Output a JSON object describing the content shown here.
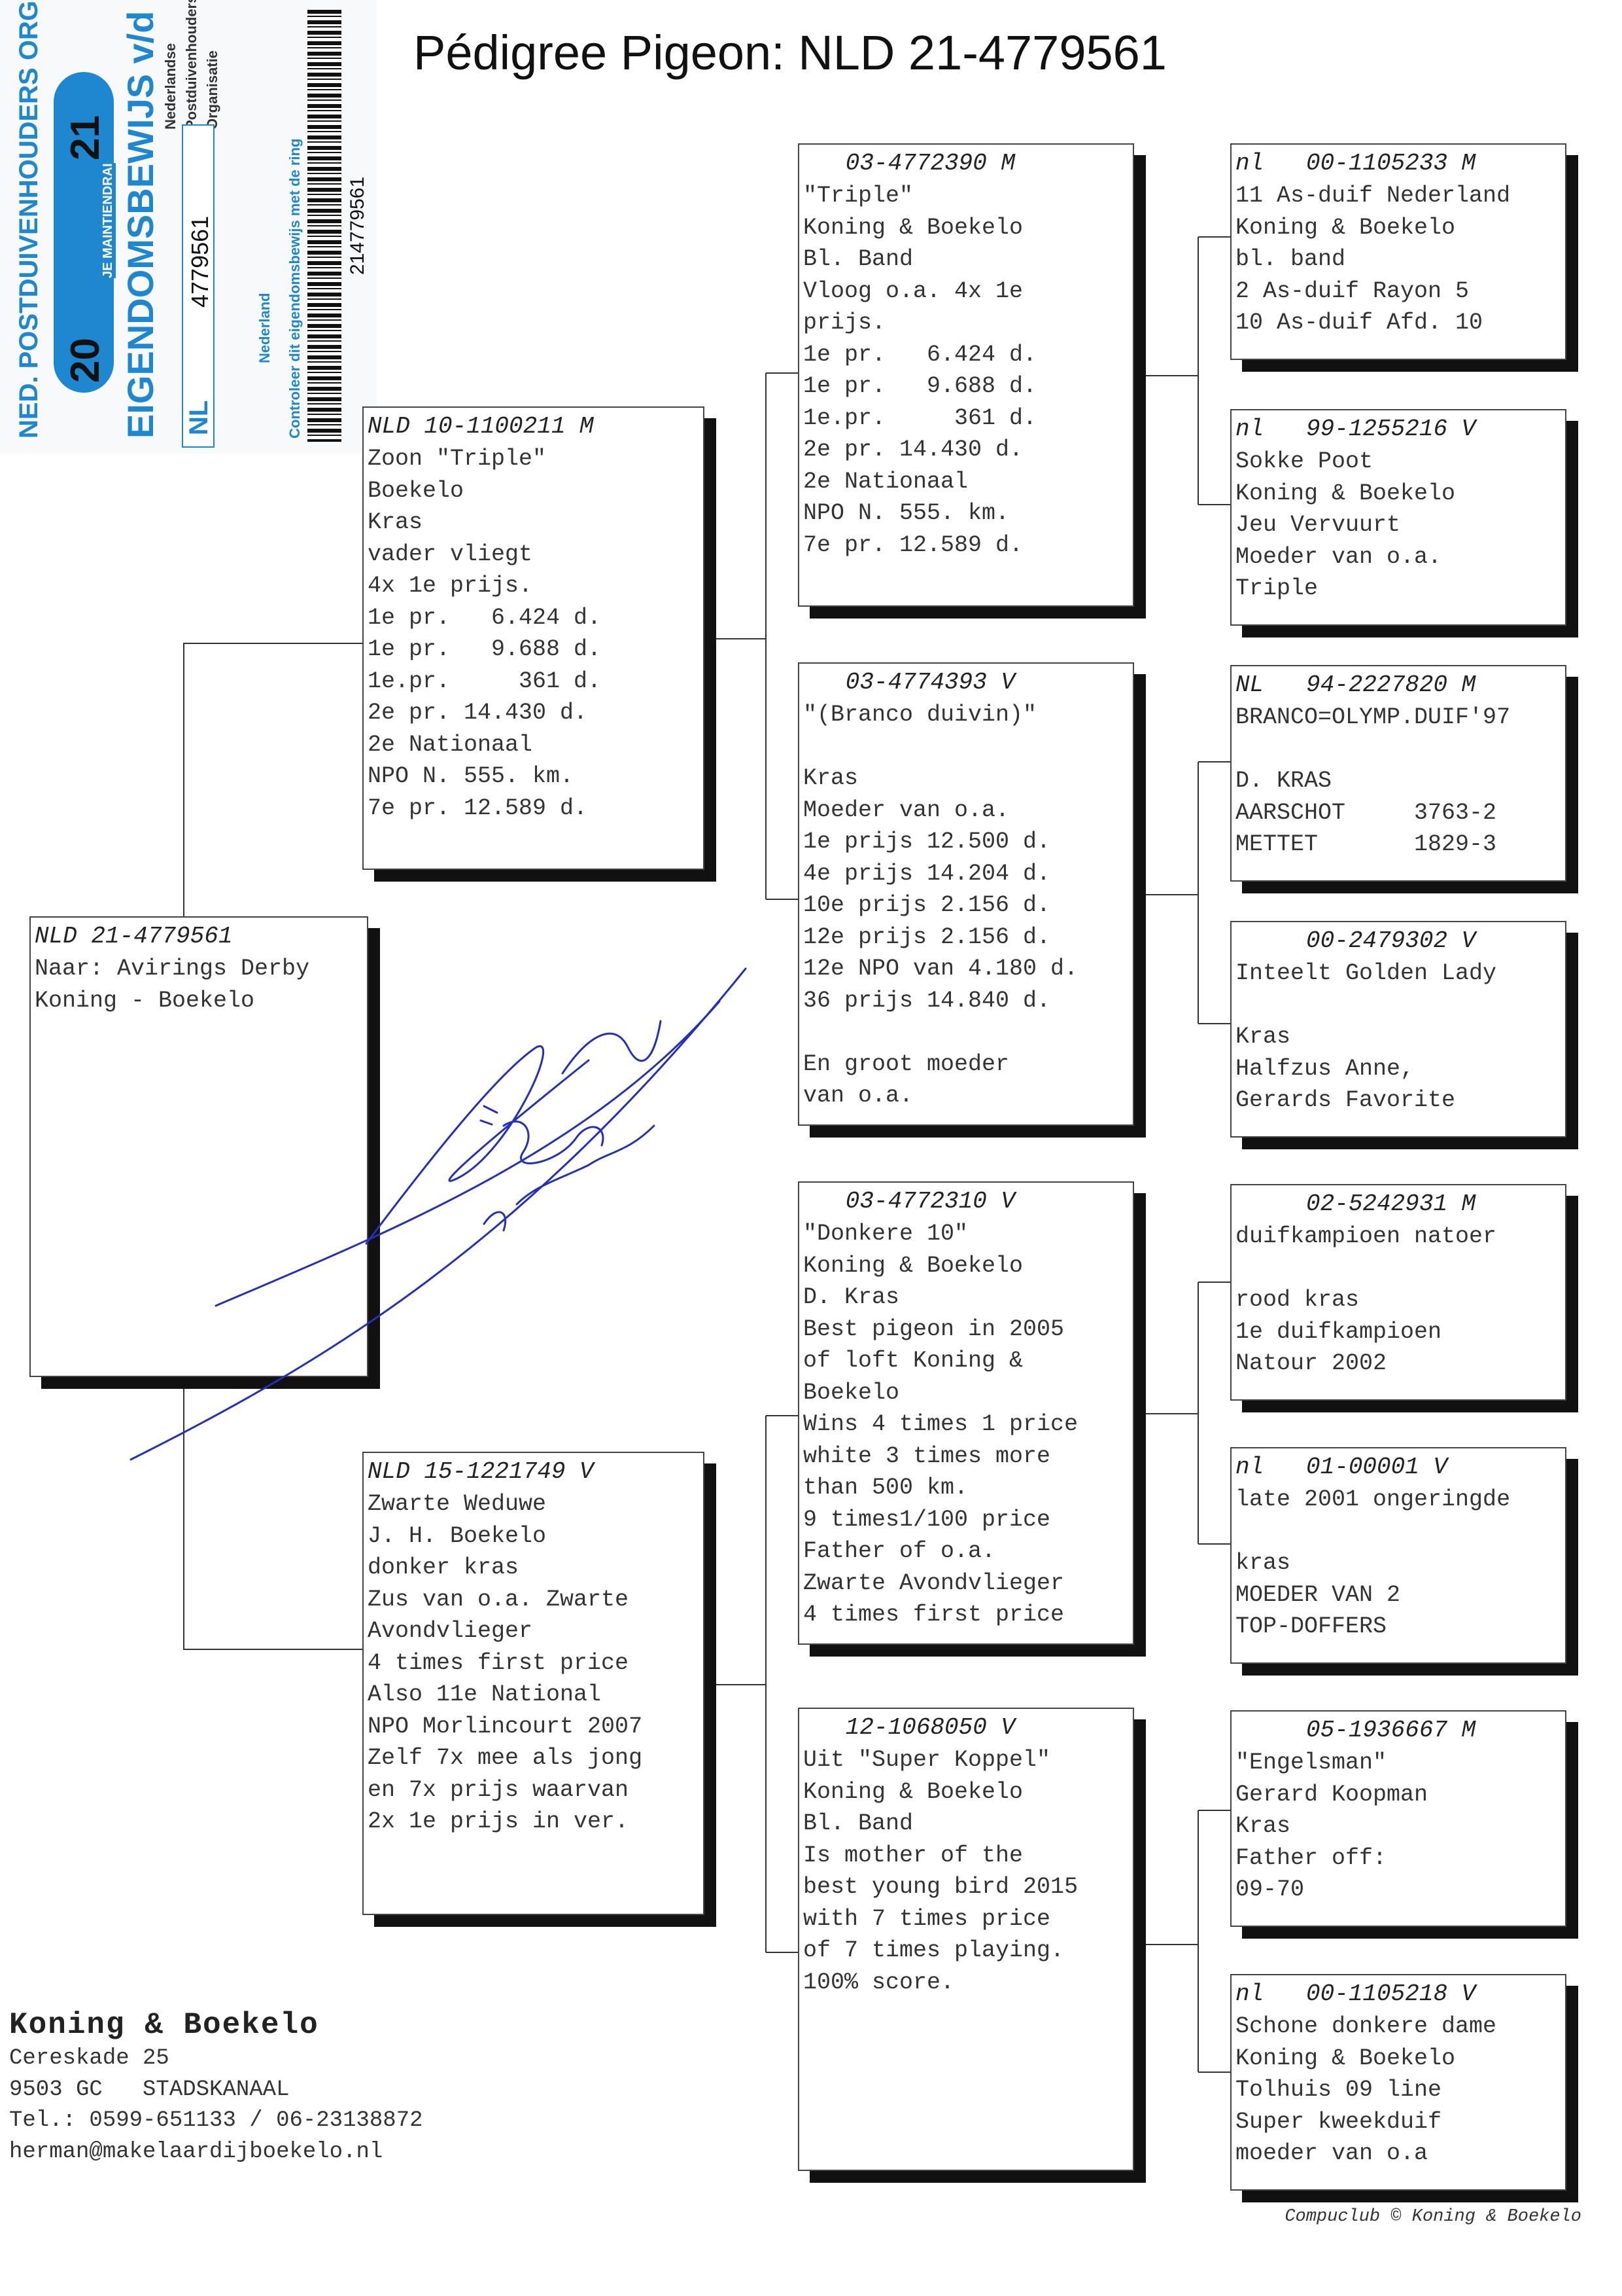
{
  "title": "Pédigree Pigeon: NLD 21-4779561",
  "ring_card": {
    "org": "NED. POSTDUIVENHOUDERS ORGANISATIE",
    "year_left": "20",
    "year_right": "21",
    "motto": "JE MAINTIENDRAI",
    "heading": "EIGENDOMSBEWIJS v/d RING",
    "npo_lines": [
      "Nederlandse",
      "Postduivenhouders",
      "Organisatie"
    ],
    "country": "NL",
    "ring_number": "4779561",
    "country_name": "Nederland",
    "check_text": "Controleer dit eigendomsbewijs met de ring",
    "barcode_number": "214779561",
    "brand_color": "#1f86d0"
  },
  "subject": {
    "header": "NLD 21-4779561",
    "lines": [
      "Naar: Avirings Derby",
      "Koning - Boekelo"
    ]
  },
  "parents": [
    {
      "header": "NLD 10-1100211 M",
      "lines": [
        "Zoon \"Triple\"",
        "Boekelo",
        "Kras",
        "vader vliegt",
        "4x 1e prijs.",
        "1e pr.   6.424 d.",
        "1e pr.   9.688 d.",
        "1e.pr.     361 d.",
        "2e pr. 14.430 d.",
        "2e Nationaal",
        "NPO N. 555. km.",
        "7e pr. 12.589 d."
      ]
    },
    {
      "header": "NLD 15-1221749 V",
      "lines": [
        "Zwarte Weduwe",
        "J. H. Boekelo",
        "donker kras",
        "Zus van o.a. Zwarte",
        "Avondvlieger",
        "4 times first price",
        "Also 11e National",
        "NPO Morlincourt 2007",
        "Zelf 7x mee als jong",
        "en 7x prijs waarvan",
        "2x 1e prijs in ver."
      ]
    }
  ],
  "grandparents": [
    {
      "header": "   03-4772390 M",
      "lines": [
        "\"Triple\"",
        "Koning & Boekelo",
        "Bl. Band",
        "Vloog o.a. 4x 1e",
        "prijs.",
        "1e pr.   6.424 d.",
        "1e pr.   9.688 d.",
        "1e.pr.     361 d.",
        "2e pr. 14.430 d.",
        "2e Nationaal",
        "NPO N. 555. km.",
        "7e pr. 12.589 d."
      ]
    },
    {
      "header": "   03-4774393 V",
      "lines": [
        "\"(Branco duivin)\"",
        "",
        "Kras",
        "Moeder van o.a.",
        "1e prijs 12.500 d.",
        "4e prijs 14.204 d.",
        "10e prijs 2.156 d.",
        "12e prijs 2.156 d.",
        "12e NPO van 4.180 d.",
        "36 prijs 14.840 d.",
        "",
        "En groot moeder",
        "van o.a."
      ]
    },
    {
      "header": "   03-4772310 V",
      "lines": [
        "\"Donkere 10\"",
        "Koning & Boekelo",
        "D. Kras",
        "Best pigeon in 2005",
        "of loft Koning &",
        "Boekelo",
        "Wins 4 times 1 price",
        "white 3 times more",
        "than 500 km.",
        "9 times1/100 price",
        "Father of o.a.",
        "Zwarte Avondvlieger",
        "4 times first price"
      ]
    },
    {
      "header": "   12-1068050 V",
      "lines": [
        "Uit \"Super Koppel\"",
        "Koning & Boekelo",
        "Bl. Band",
        "Is mother of the",
        "best young bird 2015",
        "with 7 times price",
        "of 7 times playing.",
        "100% score."
      ]
    }
  ],
  "great_grandparents": [
    {
      "header": "nl   00-1105233 M",
      "lines": [
        "11 As-duif Nederland",
        "Koning & Boekelo",
        "bl. band",
        "2 As-duif Rayon 5",
        "10 As-duif Afd. 10"
      ]
    },
    {
      "header": "nl   99-1255216 V",
      "lines": [
        "Sokke Poot",
        "Koning & Boekelo",
        "Jeu Vervuurt",
        "Moeder van o.a.",
        "Triple"
      ]
    },
    {
      "header": "NL   94-2227820 M",
      "lines": [
        "BRANCO=OLYMP.DUIF'97",
        "",
        "D. KRAS",
        "AARSCHOT     3763-2",
        "METTET       1829-3"
      ]
    },
    {
      "header": "     00-2479302 V",
      "lines": [
        "Inteelt Golden Lady",
        "",
        "Kras",
        "Halfzus Anne,",
        "Gerards Favorite"
      ]
    },
    {
      "header": "     02-5242931 M",
      "lines": [
        "duifkampioen natoer",
        "",
        "rood kras",
        "1e duifkampioen",
        "Natour 2002"
      ]
    },
    {
      "header": "nl   01-00001 V",
      "lines": [
        "late 2001 ongeringde",
        "",
        "kras",
        "MOEDER VAN 2",
        "TOP-DOFFERS"
      ]
    },
    {
      "header": "     05-1936667 M",
      "lines": [
        "\"Engelsman\"",
        "Gerard Koopman",
        "Kras",
        "Father off:",
        "09-70"
      ]
    },
    {
      "header": "nl   00-1105218 V",
      "lines": [
        "Schone donkere dame",
        "Koning & Boekelo",
        "Tolhuis 09 line",
        "Super kweekduif",
        "moeder van o.a"
      ]
    }
  ],
  "breeder": {
    "name": "Koning & Boekelo",
    "lines": [
      "Cereskade 25",
      "9503 GC   STADSKANAAL",
      "Tel.: 0599-651133 / 06-23138872",
      "herman@makelaardijboekelo.nl"
    ]
  },
  "signature": "Boekelo",
  "footer": "Compuclub © Koning & Boekelo"
}
